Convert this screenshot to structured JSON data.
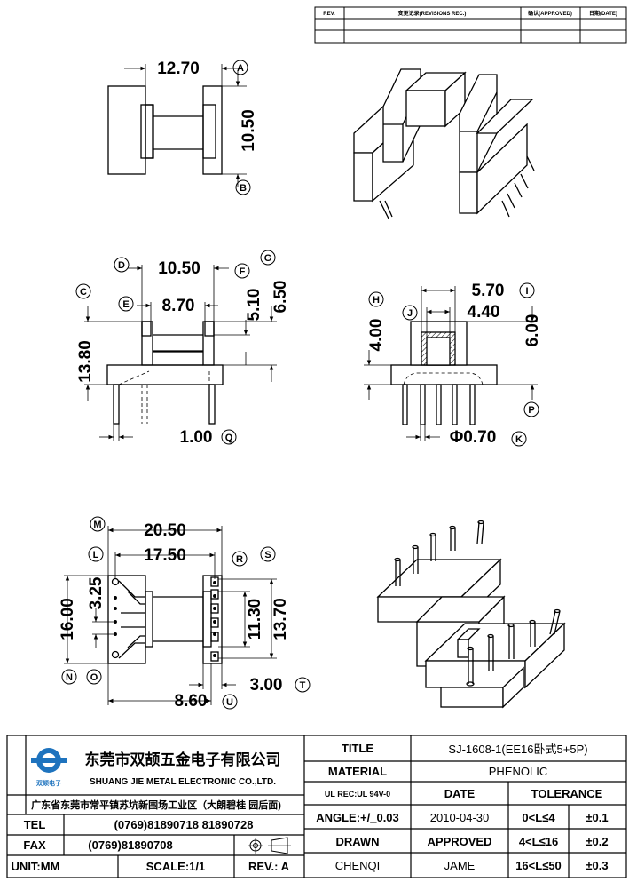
{
  "revision_table": {
    "headers": [
      "REV.",
      "变更记录(REVISIONS REC.)",
      "确认(APPROVED)",
      "日期(DATE)"
    ]
  },
  "views": {
    "top": {
      "dims": [
        "12.70",
        "10.50"
      ],
      "refs": [
        "A",
        "B"
      ]
    },
    "front": {
      "dims": [
        "10.50",
        "8.70",
        "5.10",
        "6.50",
        "13.80",
        "1.00"
      ],
      "refs": [
        "D",
        "C",
        "E",
        "F",
        "G",
        "Q"
      ]
    },
    "side": {
      "dims": [
        "5.70",
        "4.40",
        "4.00",
        "6.00",
        "Φ0.70"
      ],
      "refs": [
        "H",
        "I",
        "J",
        "P",
        "K"
      ]
    },
    "bottom": {
      "dims": [
        "20.50",
        "17.50",
        "16.00",
        "3.25",
        "11.30",
        "13.70",
        "3.00",
        "8.60"
      ],
      "refs": [
        "M",
        "L",
        "R",
        "S",
        "N",
        "O",
        "T",
        "U"
      ]
    }
  },
  "title_block": {
    "company_cn": "东莞市双颉五金电子有限公司",
    "company_en": "SHUANG JIE METAL ELECTRONIC CO.,LTD.",
    "logo_text": "双颉电子",
    "address": "广东省东莞市常平镇苏坑新围场工业区（大朗碧桂 园后面)",
    "tel_label": "TEL",
    "tel_value": "(0769)81890718 81890728",
    "fax_label": "FAX",
    "fax_value": "(0769)81890708",
    "unit": "UNIT:MM",
    "scale": "SCALE:1/1",
    "rev": "REV.: A",
    "title_label": "TITLE",
    "title_value": "SJ-1608-1(EE16卧式5+5P)",
    "material_label": "MATERIAL",
    "material_value": "PHENOLIC",
    "ul_rec": "UL REC:UL 94V-0",
    "date_label": "DATE",
    "tolerance_label": "TOLERANCE",
    "angle": "ANGLE:+/_0.03",
    "date_value": "2010-04-30",
    "tol1_range": "0<L≤4",
    "tol1_value": "±0.1",
    "drawn_label": "DRAWN",
    "approved_label": "APPROVED",
    "tol2_range": "4<L≤16",
    "tol2_value": "±0.2",
    "drawn_value": "CHENQI",
    "approved_value": "JAME",
    "tol3_range": "16<L≤50",
    "tol3_value": "±0.3"
  }
}
